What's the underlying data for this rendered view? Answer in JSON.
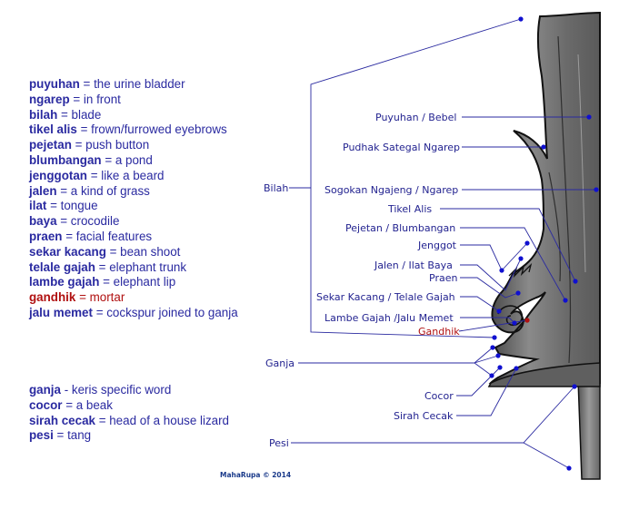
{
  "glossary": [
    {
      "term": "puyuhan",
      "sep": " = ",
      "meaning": "the urine bladder"
    },
    {
      "term": "ngarep",
      "sep": " = ",
      "meaning": "in front"
    },
    {
      "term": "bilah",
      "sep": " = ",
      "meaning": "blade"
    },
    {
      "term": "tikel alis",
      "sep": " = ",
      "meaning": "frown/furrowed eyebrows"
    },
    {
      "term": "pejetan",
      "sep": " = ",
      "meaning": "push button"
    },
    {
      "term": "blumbangan",
      "sep": " = ",
      "meaning": "a pond"
    },
    {
      "term": "jenggotan",
      "sep": " = ",
      "meaning": "like a beard"
    },
    {
      "term": "jalen",
      "sep": " = ",
      "meaning": "a kind of grass"
    },
    {
      "term": "ilat",
      "sep": " = ",
      "meaning": "tongue"
    },
    {
      "term": "baya",
      "sep": " = ",
      "meaning": "crocodile"
    },
    {
      "term": "praen",
      "sep": " = ",
      "meaning": "facial features"
    },
    {
      "term": "sekar kacang",
      "sep": " = ",
      "meaning": "bean shoot"
    },
    {
      "term": "telale gajah",
      "sep": " = ",
      "meaning": "elephant trunk"
    },
    {
      "term": "lambe gajah",
      "sep": " = ",
      "meaning": "elephant lip"
    },
    {
      "term": "gandhik",
      "sep": " = ",
      "meaning": "mortar",
      "highlight": true
    },
    {
      "term": "jalu memet",
      "sep": " = ",
      "meaning": "cockspur joined to ganja"
    }
  ],
  "glossary2": [
    {
      "term": "ganja",
      "sep": " - ",
      "meaning": "keris specific word"
    },
    {
      "term": "cocor",
      "sep": " = ",
      "meaning": "a beak"
    },
    {
      "term": "sirah cecak",
      "sep": " = ",
      "meaning": "head of a house lizard"
    },
    {
      "term": "pesi",
      "sep": " = ",
      "meaning": "tang"
    }
  ],
  "labels": {
    "bilah": "Bilah",
    "puyuhan": "Puyuhan / Bebel",
    "pudhak": "Pudhak Sategal Ngarep",
    "sogokan": "Sogokan Ngajeng / Ngarep",
    "tikel": "Tikel Alis",
    "pejetan": "Pejetan / Blumbangan",
    "jenggot": "Jenggot",
    "jalen": "Jalen / Ilat Baya",
    "praen": "Praen",
    "sekar": "Sekar Kacang / Telale Gajah",
    "lambe": "Lambe Gajah /Jalu Memet",
    "gandhik": "Gandhik",
    "ganja": "Ganja",
    "cocor": "Cocor",
    "sirah": "Sirah Cecak",
    "pesi": "Pesi"
  },
  "credit": "MahaRupa © 2014",
  "colors": {
    "label": "#232390",
    "highlight": "#b01010",
    "blade": "#6b6b6b",
    "leader": "#2a2aa0",
    "dot": "#1010d0"
  }
}
